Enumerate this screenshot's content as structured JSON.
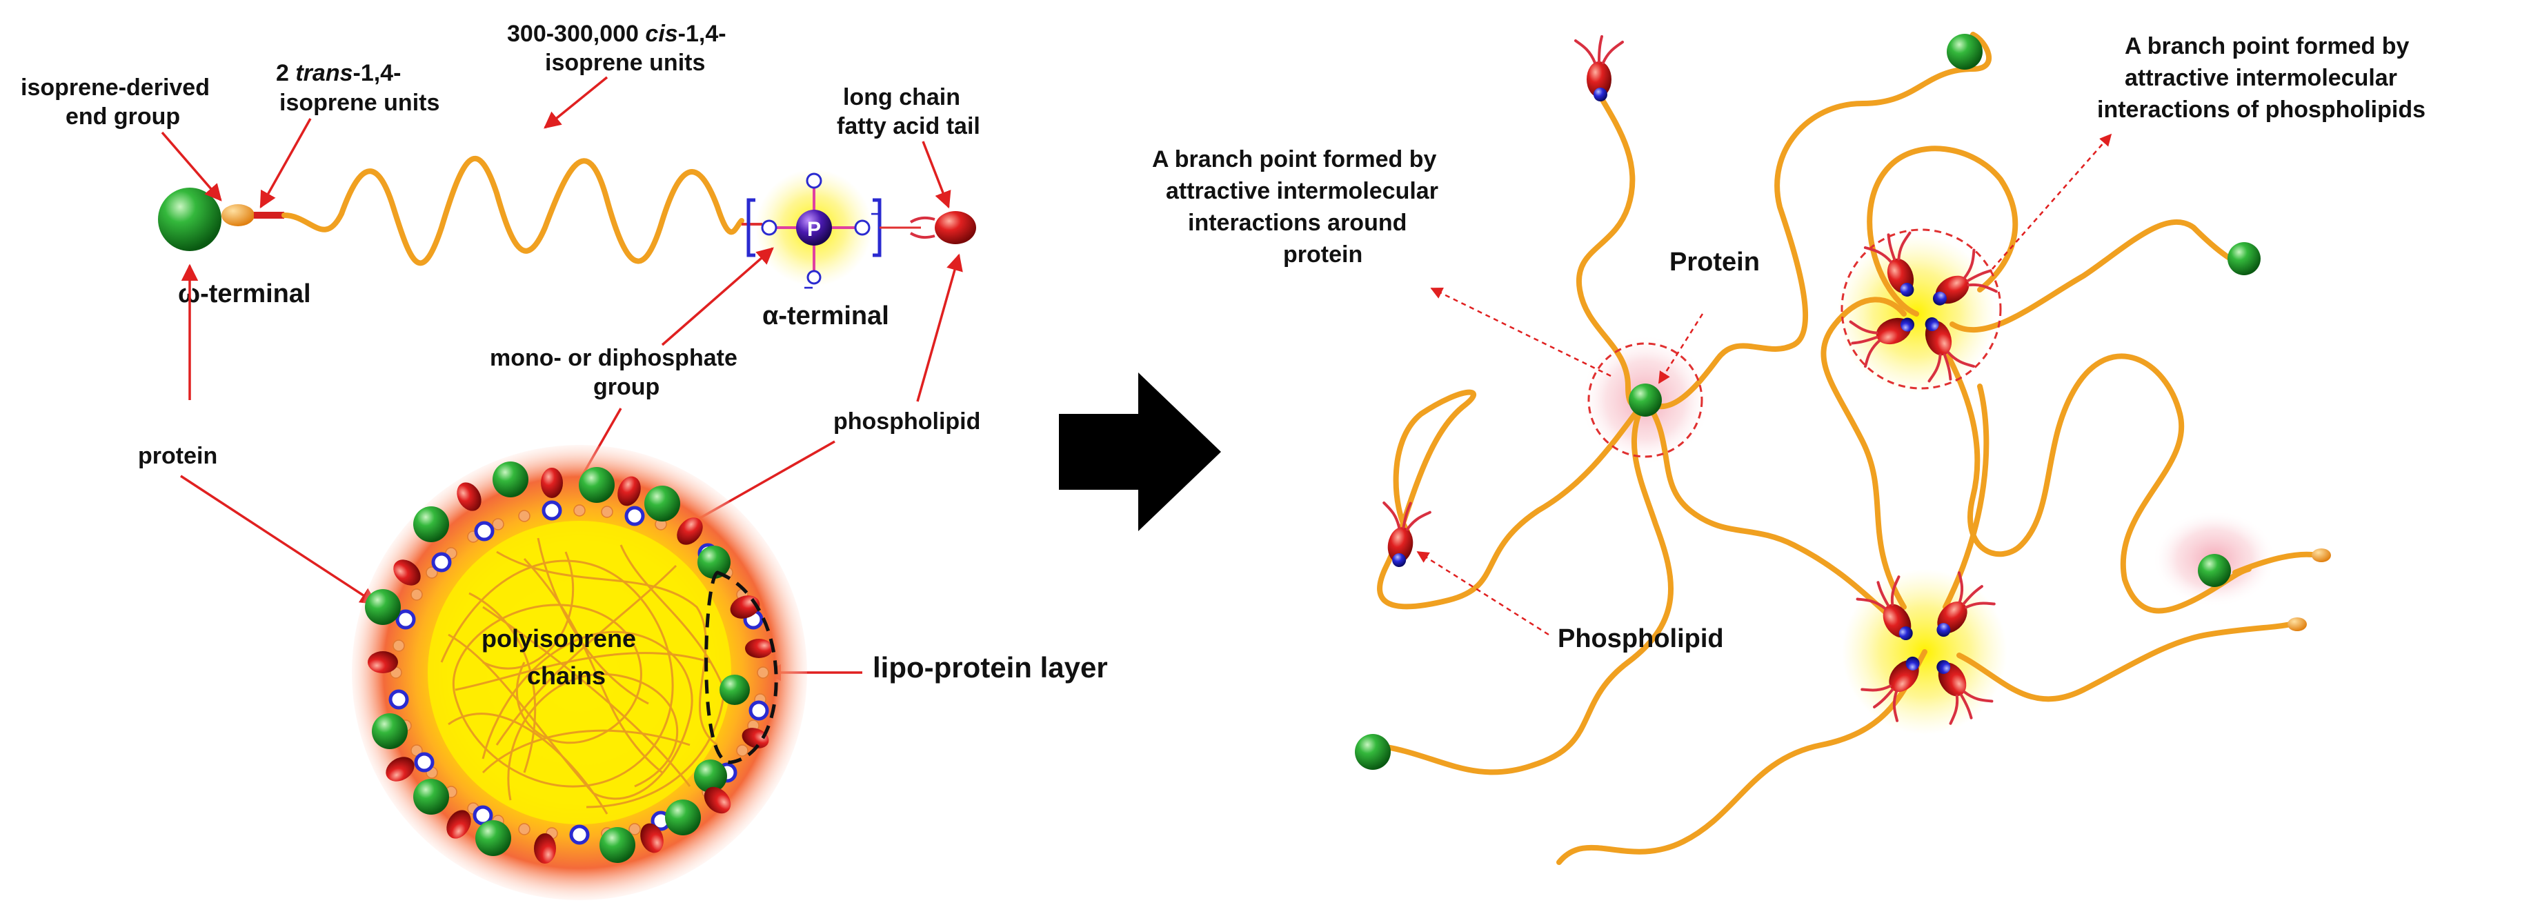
{
  "left_panel": {
    "labels": {
      "isoprene_end_l1": "isoprene-derived",
      "isoprene_end_l2": "end group",
      "trans_l1_pre": "2 ",
      "trans_l1_em": "trans",
      "trans_l1_post": "-1,4-",
      "trans_l2": "isoprene units",
      "cis_l1_pre": "300-300,000 ",
      "cis_l1_em": "cis",
      "cis_l1_post": "-1,4-",
      "cis_l2": "isoprene units",
      "fatty_l1": "long chain",
      "fatty_l2": "fatty acid tail",
      "omega_terminal": "ω-terminal",
      "alpha_terminal": "α-terminal",
      "phosphate_l1": "mono- or diphosphate",
      "phosphate_l2": "group",
      "protein": "protein",
      "phospholipid": "phospholipid",
      "core_l1": "polyisoprene",
      "core_l2": "chains",
      "lipo_layer": "lipo-protein layer",
      "phosphorus_symbol": "P"
    }
  },
  "right_panel": {
    "labels": {
      "branch_protein_l1": "A branch point formed by",
      "branch_protein_l2": "attractive intermolecular",
      "branch_protein_l3": "interactions around",
      "branch_protein_l4": "protein",
      "branch_phospho_l1": "A branch point formed by",
      "branch_phospho_l2": "attractive intermolecular",
      "branch_phospho_l3": "interactions of phospholipids",
      "protein": "Protein",
      "phospholipid": "Phospholipid"
    }
  },
  "colors": {
    "chain": "#f0a020",
    "protein": "#1a9a2a",
    "phospholipid_head": "#d81818",
    "phosphate": "#2222cc",
    "arrow": "#e02020",
    "glow": "#fff200"
  },
  "icons": [
    "transition-arrow-icon"
  ]
}
